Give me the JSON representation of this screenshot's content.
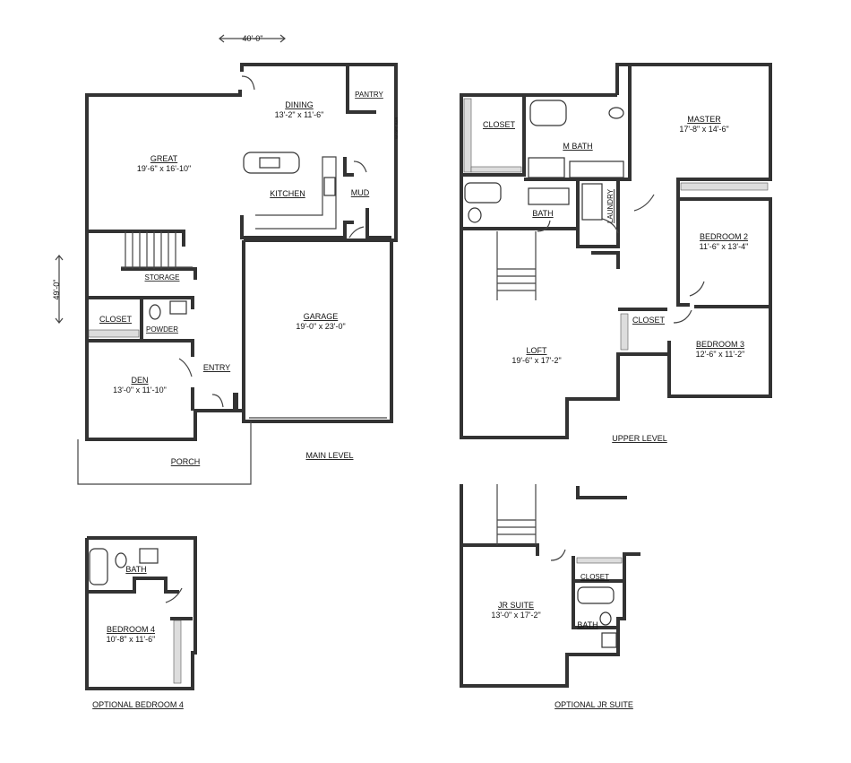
{
  "dimensions": {
    "width": "40'-0\"",
    "depth": "49'-0\""
  },
  "main_level": {
    "title": "MAIN LEVEL",
    "rooms": {
      "dining": {
        "name": "DINING",
        "size": "13'-2\" x 11'-6\""
      },
      "pantry": {
        "name": "PANTRY"
      },
      "great": {
        "name": "GREAT",
        "size": "19'-6\" x 16'-10\""
      },
      "kitchen": {
        "name": "KITCHEN"
      },
      "mud": {
        "name": "MUD"
      },
      "storage": {
        "name": "STORAGE"
      },
      "closet": {
        "name": "CLOSET"
      },
      "powder": {
        "name": "POWDER"
      },
      "garage": {
        "name": "GARAGE",
        "size": "19'-0\" x 23'-0\""
      },
      "den": {
        "name": "DEN",
        "size": "13'-0\" x 11'-10\""
      },
      "entry": {
        "name": "ENTRY"
      },
      "porch": {
        "name": "PORCH"
      }
    }
  },
  "upper_level": {
    "title": "UPPER LEVEL",
    "rooms": {
      "closet": {
        "name": "CLOSET"
      },
      "m_bath": {
        "name": "M BATH"
      },
      "master": {
        "name": "MASTER",
        "size": "17'-8\" x 14'-6\""
      },
      "bath": {
        "name": "BATH"
      },
      "laundry": {
        "name": "LAUNDRY"
      },
      "bedroom2": {
        "name": "BEDROOM 2",
        "size": "11'-6\" x 13'-4\""
      },
      "closet2": {
        "name": "CLOSET"
      },
      "bedroom3": {
        "name": "BEDROOM 3",
        "size": "12'-6\" x 11'-2\""
      },
      "loft": {
        "name": "LOFT",
        "size": "19'-6\" x 17'-2\""
      }
    }
  },
  "optional_bedroom4": {
    "title": "OPTIONAL BEDROOM 4",
    "rooms": {
      "bath": {
        "name": "BATH"
      },
      "bedroom4": {
        "name": "BEDROOM 4",
        "size": "10'-8\" x 11'-6\""
      }
    }
  },
  "optional_jr_suite": {
    "title": "OPTIONAL JR SUITE",
    "rooms": {
      "closet": {
        "name": "CLOSET"
      },
      "bath": {
        "name": "BATH"
      },
      "jr_suite": {
        "name": "JR SUITE",
        "size": "13'-0\" x 17'-2\""
      }
    }
  }
}
